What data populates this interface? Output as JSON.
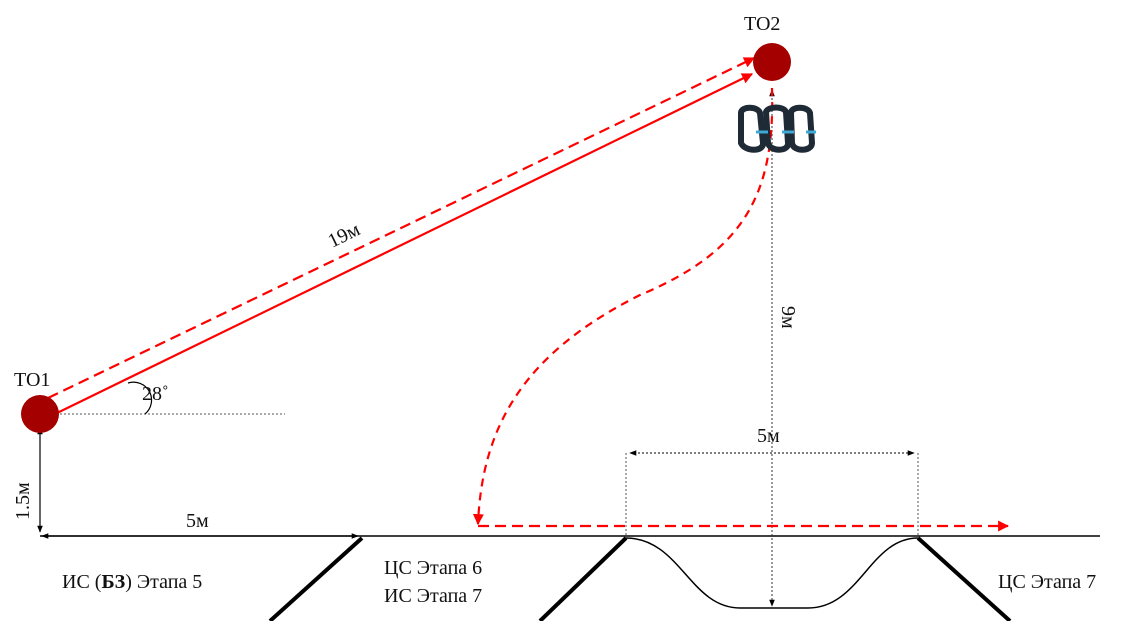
{
  "points": {
    "to1": "ТО1",
    "to2": "ТО2"
  },
  "measurements": {
    "rope_length": "19м",
    "angle": "28˚",
    "to1_height": "1.5м",
    "base_distance": "5м",
    "pit_width": "5м",
    "vertical_distance": "9м"
  },
  "zones": {
    "zone1_prefix": "ИС (",
    "zone1_bold": "БЗ",
    "zone1_suffix": ") Этапа 5",
    "zone2_line1": "ЦС Этапа 6",
    "zone2_line2": "ИС Этапа 7",
    "zone3": "ЦС Этапа 7"
  },
  "icons": {
    "carabiners": "carabiner-icon"
  },
  "colors": {
    "rope": "#ff0000",
    "anchor": "#a50000",
    "carabiner": "#1e2a36",
    "carabiner_accent": "#3fa9d6",
    "ground": "#000000"
  }
}
